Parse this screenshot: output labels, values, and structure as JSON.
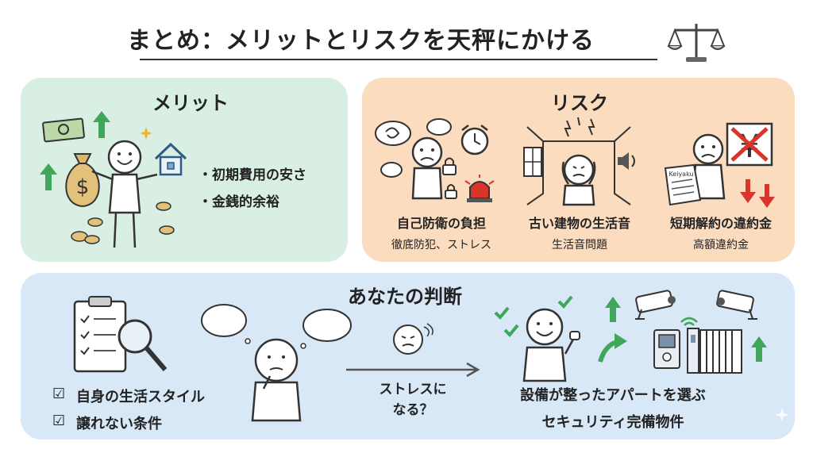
{
  "title": "まとめ：メリットとリスクを天秤にかける",
  "merit": {
    "heading": "メリット",
    "bullets": [
      "・初期費用の安さ",
      "・金銭的余裕"
    ],
    "icons": [
      "money-bill-icon",
      "money-bag-icon",
      "house-icon",
      "coin-icon",
      "up-arrow-icon",
      "sparkle-icon"
    ]
  },
  "risk": {
    "heading": "リスク",
    "items": [
      {
        "label": "自己防衛の負担",
        "sub": "徹底防犯、ストレス"
      },
      {
        "label": "古い建物の生活音",
        "sub": "生活音問題"
      },
      {
        "label": "短期解約の違約金",
        "sub": "高額違約金"
      }
    ],
    "document_text": "Keiyaku",
    "yen_symbol": "¥"
  },
  "judge": {
    "heading": "あなたの判断",
    "checks": [
      "自身の生活スタイル",
      "譲れない条件"
    ],
    "stress": "ストレスに\nなる？",
    "choice1": "設備が整ったアパートを選ぶ",
    "choice2": "セキュリティ完備物件"
  },
  "colors": {
    "merit_bg": "#d9efe3",
    "risk_bg": "#fbdcbf",
    "judge_bg": "#d8e8f7",
    "green": "#3fa65a",
    "red": "#d9352a"
  }
}
